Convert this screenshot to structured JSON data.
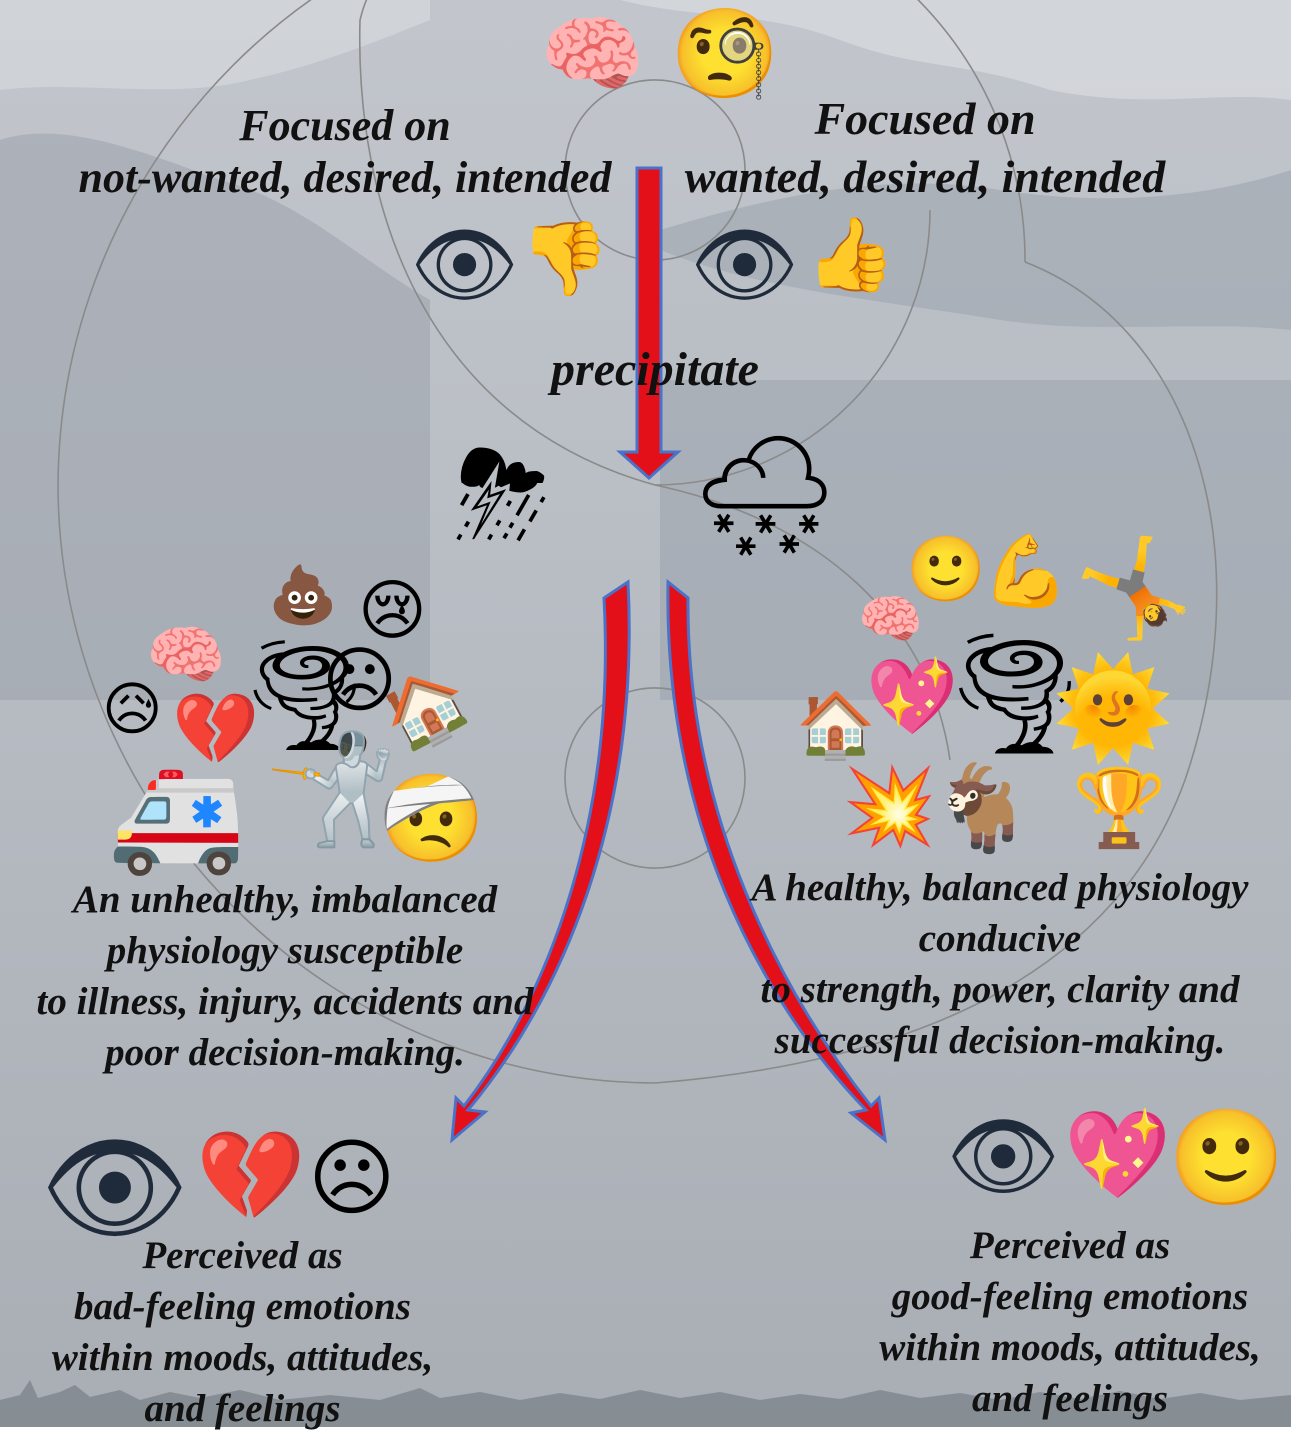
{
  "colors": {
    "sky_top": "#c9ccd1",
    "sky_bottom": "#aeb3b9",
    "arrow_red": "#e3101a",
    "arrow_blue": "#4a72c8",
    "spiral": "#8a8a8a"
  },
  "top_icons": [
    {
      "name": "brain-icon",
      "glyph": "🧠"
    },
    {
      "name": "face-with-monocle-icon",
      "glyph": "🧐"
    }
  ],
  "focus_left": {
    "line1": "Focused on",
    "line2": "not-wanted, desired, intended"
  },
  "focus_right": {
    "line1": "Focused on",
    "line2": "wanted, desired, intended"
  },
  "eye_icons_left": [
    {
      "name": "eye-icon",
      "glyph": "👁"
    },
    {
      "name": "thumbs-down-icon",
      "glyph": "👎"
    }
  ],
  "eye_icons_right": [
    {
      "name": "eye-icon",
      "glyph": "👁"
    },
    {
      "name": "thumbs-up-icon",
      "glyph": "👍"
    }
  ],
  "center_label": "precipitate",
  "clouds": [
    {
      "name": "storm-cloud-icon",
      "glyph": "⛈"
    },
    {
      "name": "snow-cloud-icon",
      "glyph": "🌨"
    }
  ],
  "left_cluster": [
    {
      "name": "pile-of-poo-icon",
      "glyph": "💩"
    },
    {
      "name": "crying-face-icon",
      "glyph": "😢"
    },
    {
      "name": "brain-icon",
      "glyph": "🧠"
    },
    {
      "name": "tornado-icon",
      "glyph": "🌪"
    },
    {
      "name": "frowning-face-icon",
      "glyph": "☹"
    },
    {
      "name": "house-icon",
      "glyph": "🏠"
    },
    {
      "name": "sad-tear-face-icon",
      "glyph": "😥"
    },
    {
      "name": "broken-heart-icon",
      "glyph": "💔"
    },
    {
      "name": "ambulance-icon",
      "glyph": "🚑"
    },
    {
      "name": "fencer-icon",
      "glyph": "🤺"
    },
    {
      "name": "bandaged-face-icon",
      "glyph": "🤕"
    }
  ],
  "right_cluster": [
    {
      "name": "smiling-face-icon",
      "glyph": "🙂"
    },
    {
      "name": "flexed-biceps-icon",
      "glyph": "💪"
    },
    {
      "name": "cartwheel-icon",
      "glyph": "🤸"
    },
    {
      "name": "brain-icon",
      "glyph": "🧠"
    },
    {
      "name": "sparkling-heart-icon",
      "glyph": "💖"
    },
    {
      "name": "tornado-icon",
      "glyph": "🌪"
    },
    {
      "name": "sun-with-face-icon",
      "glyph": "🌞"
    },
    {
      "name": "house-icon",
      "glyph": "🏠"
    },
    {
      "name": "collision-icon",
      "glyph": "💥"
    },
    {
      "name": "goat-icon",
      "glyph": "🐐"
    },
    {
      "name": "trophy-icon",
      "glyph": "🏆"
    }
  ],
  "physiology_left": {
    "line1": "An unhealthy, imbalanced",
    "line2": "physiology susceptible",
    "line3": "to illness, injury, accidents and",
    "line4": "poor decision-making."
  },
  "physiology_right": {
    "line1": "A healthy, balanced physiology",
    "line2": "conducive",
    "line3": "to strength, power, clarity and",
    "line4": "successful decision-making."
  },
  "emotion_icons_left": [
    {
      "name": "eye-icon",
      "glyph": "👁"
    },
    {
      "name": "broken-heart-icon",
      "glyph": "💔"
    },
    {
      "name": "frowning-face-icon",
      "glyph": "☹"
    }
  ],
  "emotion_icons_right": [
    {
      "name": "eye-icon",
      "glyph": "👁"
    },
    {
      "name": "sparkling-heart-icon",
      "glyph": "💖"
    },
    {
      "name": "smiling-face-icon",
      "glyph": "🙂"
    }
  ],
  "perceived_left": {
    "line1": "Perceived as",
    "line2": "bad-feeling emotions",
    "line3": "within moods, attitudes,",
    "line4": "and feelings"
  },
  "perceived_right": {
    "line1": "Perceived as",
    "line2": "good-feeling emotions",
    "line3": "within moods, attitudes,",
    "line4": "and feelings"
  }
}
